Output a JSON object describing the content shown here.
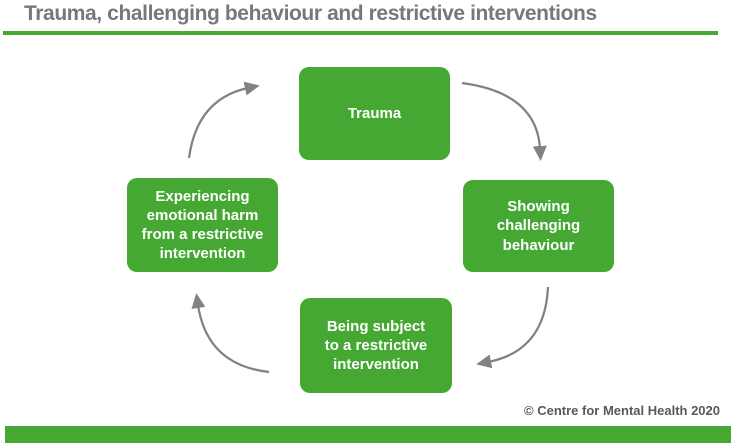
{
  "title": "Trauma, challenging behaviour and restrictive interventions",
  "cycle": {
    "boxes": [
      {
        "id": "trauma",
        "label": "Trauma"
      },
      {
        "id": "showing-challenging-behaviour",
        "label": "Showing\nchallenging\nbehaviour"
      },
      {
        "id": "being-subject-to-restrictive-intervention",
        "label": "Being subject\nto a restrictive\nintervention"
      },
      {
        "id": "experiencing-emotional-harm",
        "label": "Experiencing\nemotional harm\nfrom a restrictive\nintervention"
      }
    ],
    "arrows": [
      {
        "from": "trauma",
        "to": "showing-challenging-behaviour"
      },
      {
        "from": "showing-challenging-behaviour",
        "to": "being-subject-to-restrictive-intervention"
      },
      {
        "from": "being-subject-to-restrictive-intervention",
        "to": "experiencing-emotional-harm"
      },
      {
        "from": "experiencing-emotional-harm",
        "to": "trauma"
      }
    ]
  },
  "footer": {
    "copyright": "© Centre for Mental Health 2020"
  },
  "colors": {
    "green": "#44a833",
    "title_gray": "#77787b",
    "arrow_gray": "#818284",
    "copyright_gray": "#58595b",
    "box_text": "#ffffff",
    "background": "#ffffff"
  }
}
